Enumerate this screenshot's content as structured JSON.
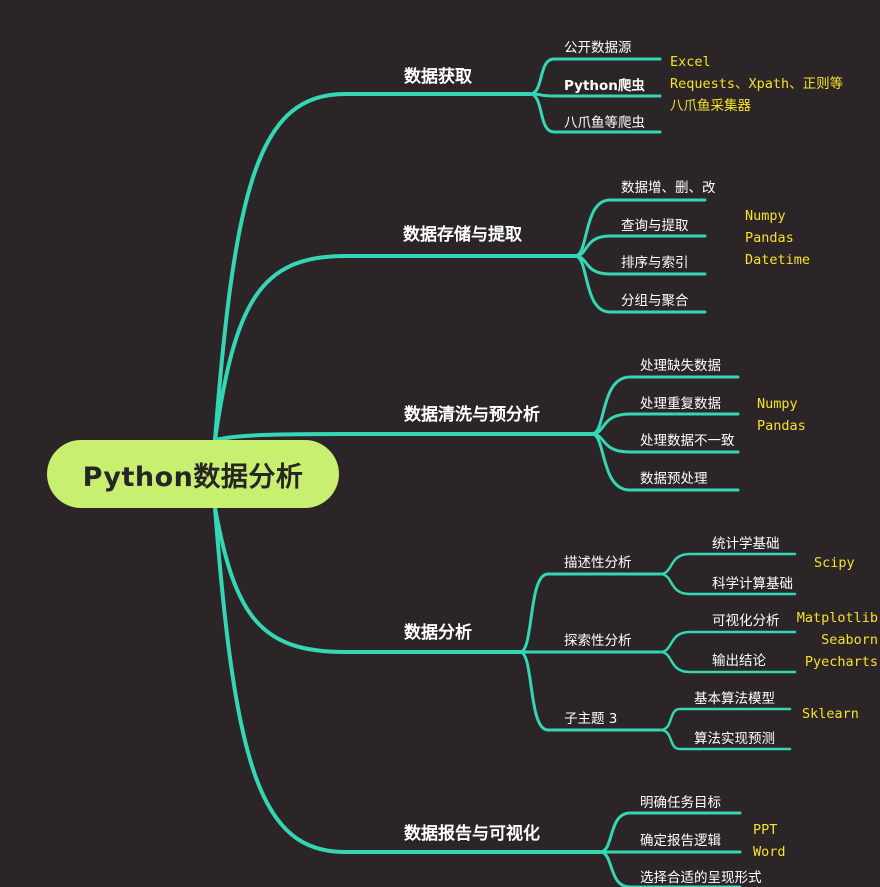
{
  "root": "Python数据分析",
  "colors": {
    "background": "#2b2528",
    "line": "#35d6b4",
    "root_fill": "#c8ef6f",
    "label": "#ffffff",
    "note": "#f5e22a"
  },
  "branches": [
    {
      "label": "数据获取",
      "children": [
        {
          "label": "公开数据源"
        },
        {
          "label": "Python爬虫"
        },
        {
          "label": "八爪鱼等爬虫"
        }
      ],
      "notes": [
        "Excel",
        "Requests、Xpath、正则等",
        "八爪鱼采集器"
      ]
    },
    {
      "label": "数据存储与提取",
      "children": [
        {
          "label": "数据增、删、改"
        },
        {
          "label": "查询与提取"
        },
        {
          "label": "排序与索引"
        },
        {
          "label": "分组与聚合"
        }
      ],
      "notes": [
        "Numpy",
        "Pandas",
        "Datetime"
      ]
    },
    {
      "label": "数据清洗与预分析",
      "children": [
        {
          "label": "处理缺失数据"
        },
        {
          "label": "处理重复数据"
        },
        {
          "label": "处理数据不一致"
        },
        {
          "label": "数据预处理"
        }
      ],
      "notes": [
        "Numpy",
        "Pandas"
      ]
    },
    {
      "label": "数据分析",
      "children": [
        {
          "label": "描述性分析",
          "children": [
            "统计学基础",
            "科学计算基础"
          ],
          "notes": [
            "Scipy"
          ]
        },
        {
          "label": "探索性分析",
          "children": [
            "可视化分析",
            "输出结论"
          ],
          "notes": [
            "Matplotlib",
            "Seaborn",
            "Pyecharts"
          ]
        },
        {
          "label": "子主题 3",
          "children": [
            "基本算法模型",
            "算法实现预测"
          ],
          "notes": [
            "Sklearn"
          ]
        }
      ]
    },
    {
      "label": "数据报告与可视化",
      "children": [
        {
          "label": "明确任务目标"
        },
        {
          "label": "确定报告逻辑"
        },
        {
          "label": "选择合适的呈现形式"
        }
      ],
      "notes": [
        "PPT",
        "Word"
      ]
    }
  ]
}
